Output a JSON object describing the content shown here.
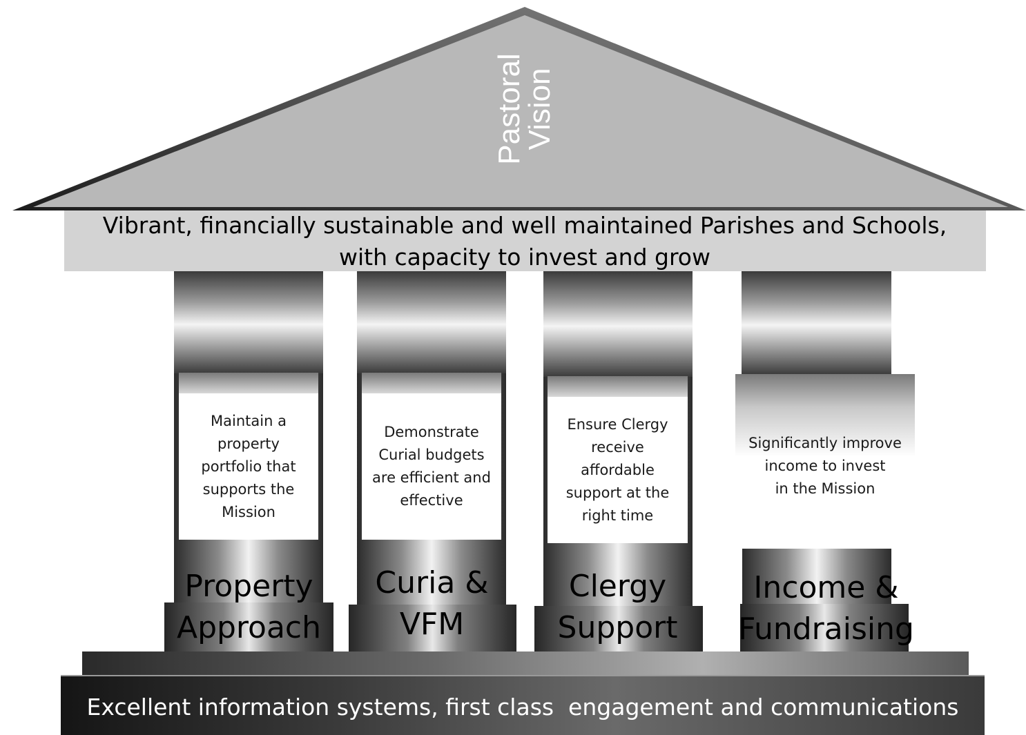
{
  "roof": {
    "title_line1": "Pastoral",
    "title_line2": "Vision"
  },
  "entablature": {
    "line1": "Vibrant, financially sustainable and well maintained Parishes and Schools,",
    "line2": "with capacity to invest and grow"
  },
  "pillars": [
    {
      "description": [
        "Maintain a",
        "property",
        "portfolio that",
        "supports the",
        "Mission"
      ],
      "label_line1": "Property",
      "label_line2": "Approach"
    },
    {
      "description": [
        "Demonstrate",
        "Curial budgets",
        "are efficient and",
        "effective"
      ],
      "label_line1": "Curia &",
      "label_line2": "VFM"
    },
    {
      "description": [
        "Ensure Clergy",
        "receive",
        "affordable",
        "support at the",
        "right time"
      ],
      "label_line1": "Clergy",
      "label_line2": "Support"
    },
    {
      "description": [
        "Significantly improve",
        "income to invest",
        "in the Mission"
      ],
      "label_line1": "Income &",
      "label_line2": "Fundraising"
    }
  ],
  "foundation": {
    "text": "Excellent information systems, first class  engagement and communications"
  }
}
